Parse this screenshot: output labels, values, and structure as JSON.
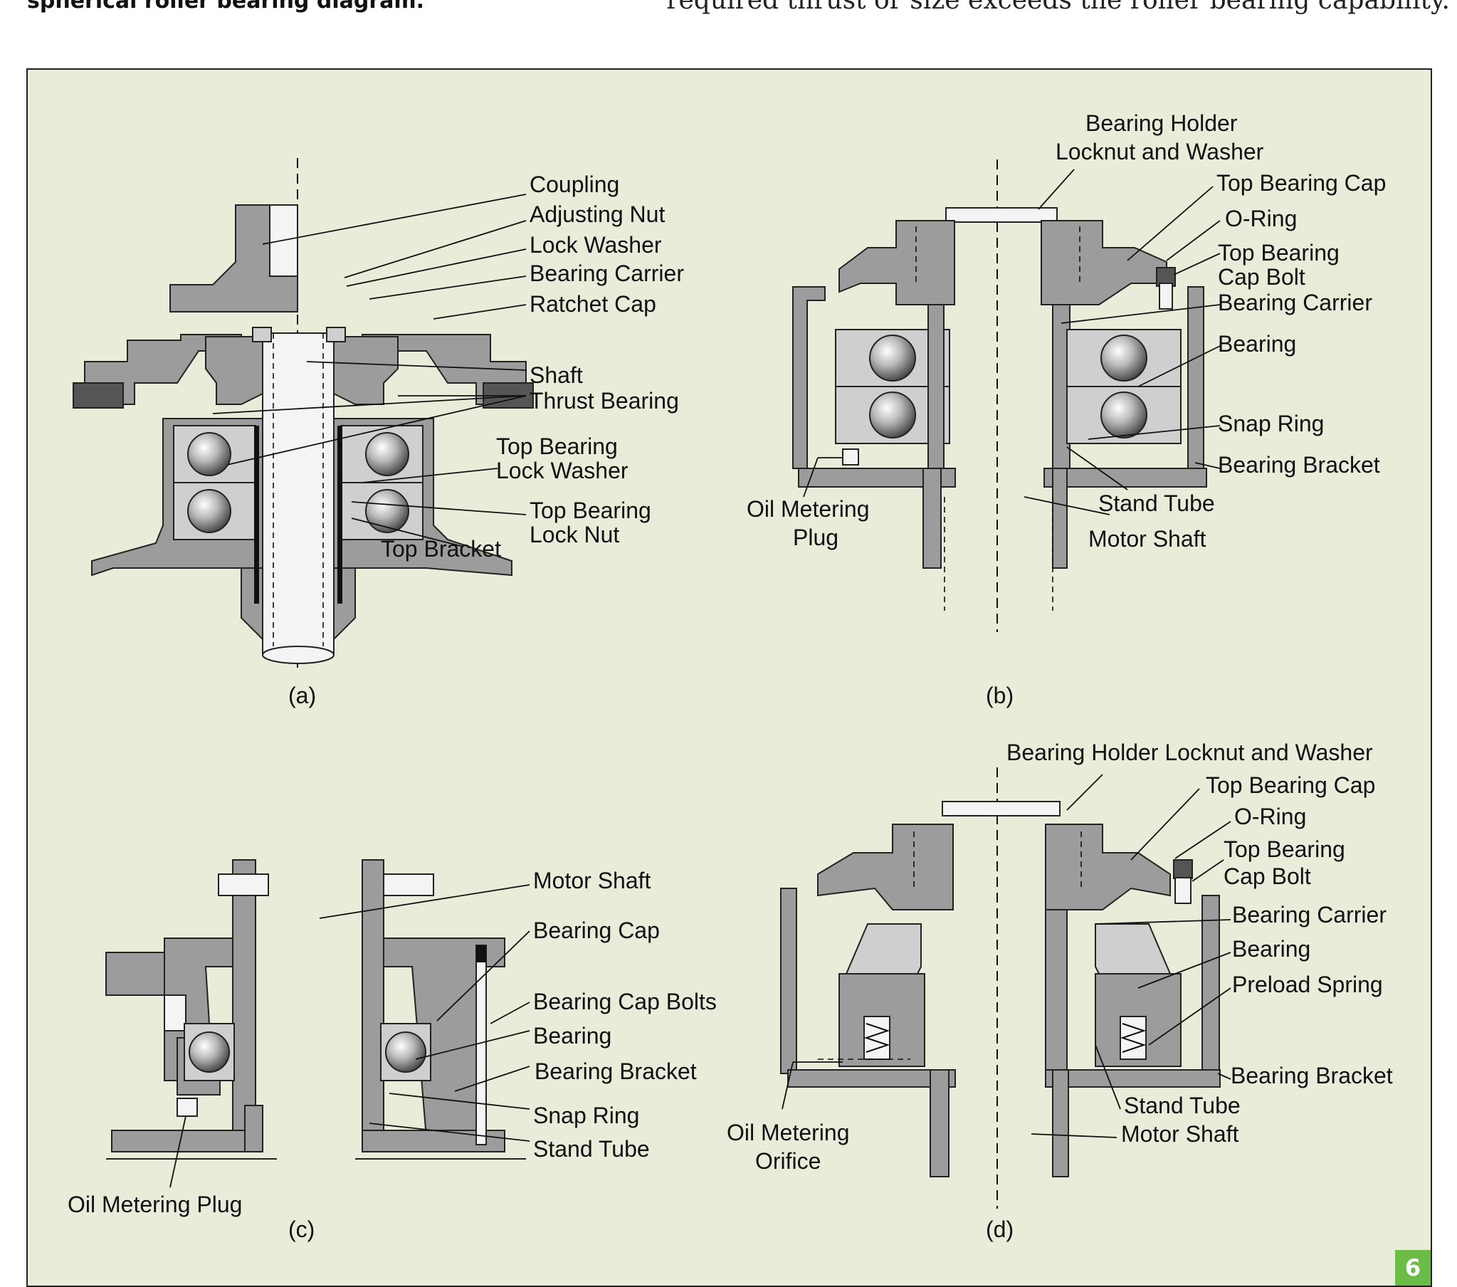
{
  "header": {
    "left_caption": "spherical roller bearing diagram.",
    "right_text": "required thrust or size exceeds the roller bearing capability."
  },
  "panel_a": {
    "caption": "(a)",
    "labels": {
      "coupling": "Coupling",
      "adjusting_nut": "Adjusting Nut",
      "lock_washer": "Lock Washer",
      "bearing_carrier": "Bearing Carrier",
      "ratchet_cap": "Ratchet Cap",
      "shaft": "Shaft",
      "thrust_bearing": "Thrust Bearing",
      "top_bearing_lock_washer_1": "Top Bearing",
      "top_bearing_lock_washer_2": "Lock Washer",
      "top_bearing_lock_nut_1": "Top Bearing",
      "top_bearing_lock_nut_2": "Lock Nut",
      "top_bracket": "Top Bracket"
    }
  },
  "panel_b": {
    "caption": "(b)",
    "labels": {
      "bearing_holder_1": "Bearing Holder",
      "bearing_holder_2": "Locknut and Washer",
      "top_bearing_cap": "Top Bearing Cap",
      "o_ring": "O-Ring",
      "top_bearing_cap_bolt_1": "Top Bearing",
      "top_bearing_cap_bolt_2": "Cap Bolt",
      "bearing_carrier": "Bearing Carrier",
      "bearing": "Bearing",
      "snap_ring": "Snap Ring",
      "bearing_bracket": "Bearing Bracket",
      "stand_tube": "Stand Tube",
      "motor_shaft": "Motor Shaft",
      "oil_metering_plug_1": "Oil Metering",
      "oil_metering_plug_2": "Plug"
    }
  },
  "panel_c": {
    "caption": "(c)",
    "labels": {
      "motor_shaft": "Motor Shaft",
      "bearing_cap": "Bearing Cap",
      "bearing_cap_bolts": "Bearing Cap Bolts",
      "bearing": "Bearing",
      "bearing_bracket": "Bearing Bracket",
      "snap_ring": "Snap Ring",
      "stand_tube": "Stand Tube",
      "oil_metering_plug": "Oil Metering Plug"
    }
  },
  "panel_d": {
    "caption": "(d)",
    "labels": {
      "bearing_holder": "Bearing Holder Locknut and Washer",
      "top_bearing_cap": "Top Bearing Cap",
      "o_ring": "O-Ring",
      "top_bearing_cap_bolt_1": "Top Bearing",
      "top_bearing_cap_bolt_2": "Cap Bolt",
      "bearing_carrier": "Bearing Carrier",
      "bearing": "Bearing",
      "preload_spring": "Preload Spring",
      "bearing_bracket": "Bearing Bracket",
      "stand_tube": "Stand Tube",
      "motor_shaft": "Motor Shaft",
      "oil_metering_orifice_1": "Oil Metering",
      "oil_metering_orifice_2": "Orifice"
    }
  },
  "page_number": "6",
  "colors": {
    "figure_background": "#e9ecd8",
    "page_badge": "#6cbd48",
    "part_fill": "#9c9c9c"
  }
}
